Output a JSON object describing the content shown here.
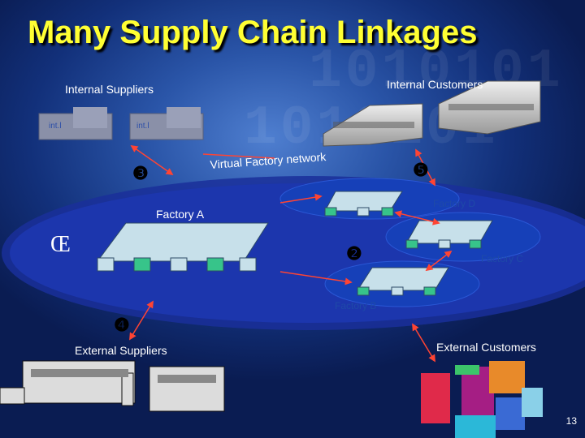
{
  "title": "Many Supply Chain Linkages",
  "labels": {
    "internal_suppliers": "Internal Suppliers",
    "internal_customers": "Internal Customers",
    "virtual_factory_network": "Virtual Factory network",
    "factory_a": "Factory A",
    "factory_b": "Factory B",
    "factory_c": "Factory C",
    "factory_d": "Factory D",
    "external_suppliers": "External Suppliers",
    "external_customers": "External Customers"
  },
  "markers": {
    "m1": "Œ",
    "m2": "❷",
    "m3": "❸",
    "m4": "❹",
    "m5": "❺"
  },
  "intel_label": "int.l",
  "page_number": "13",
  "colors": {
    "title": "#ffff33",
    "background": "#1a3f8f",
    "ellipse_outer": "#1a2f9a",
    "ellipse_inner": "#1e3cc0",
    "arrows": "#ff4433"
  }
}
